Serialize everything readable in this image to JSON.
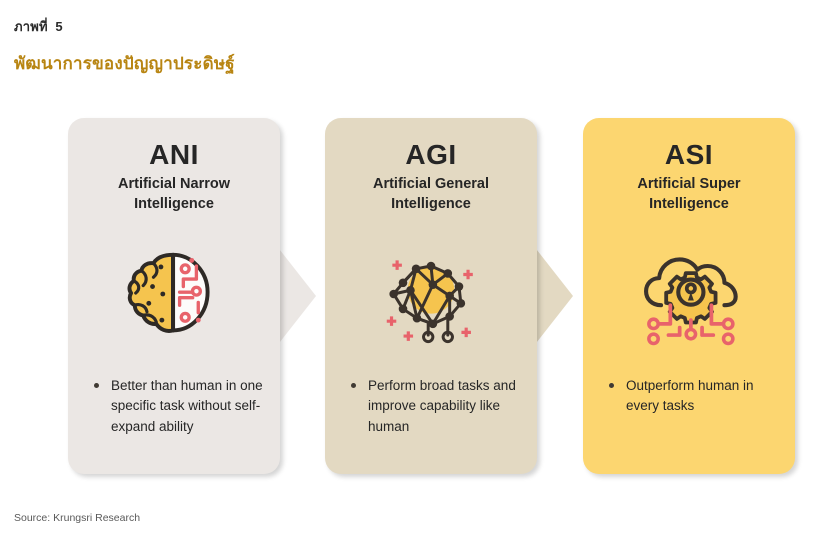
{
  "header": {
    "figure_label": "ภาพที่  5",
    "title": "พัฒนาการของปัญญาประดิษฐ์",
    "title_color": "#b88512"
  },
  "footer": {
    "source": "Source: Krungsri Research"
  },
  "cards": [
    {
      "acronym": "ANI",
      "full_name": "Artificial Narrow\nIntelligence",
      "bullet": "Better than human in one specific task without self-expand ability",
      "bg_color": "#EBE7E4",
      "icon": "split-brain-icon",
      "has_arrow": true
    },
    {
      "acronym": "AGI",
      "full_name": "Artificial General\nIntelligence",
      "bullet": "Perform broad tasks and improve capability like human",
      "bg_color": "#E3D9C2",
      "icon": "neural-network-brain-icon",
      "has_arrow": true
    },
    {
      "acronym": "ASI",
      "full_name": "Artificial Super\nIntelligence",
      "bullet": "Outperform human in every tasks",
      "bg_color": "#FCD670",
      "icon": "cloud-gear-circuit-icon",
      "has_arrow": false
    }
  ],
  "palette": {
    "accent_yellow": "#F5C44E",
    "accent_red": "#E8636B",
    "ink": "#3B332C",
    "text": "#262626"
  }
}
